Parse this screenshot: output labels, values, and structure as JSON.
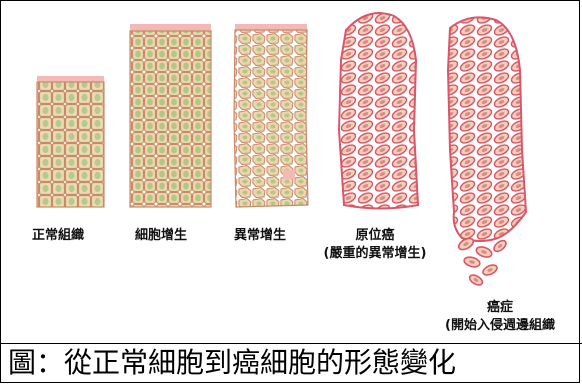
{
  "stages": [
    {
      "label": "正常組織"
    },
    {
      "label": "細胞增生"
    },
    {
      "label": "異常增生"
    },
    {
      "label": "原位癌",
      "sublabel": "(嚴重的異常增生)"
    },
    {
      "label": "癌症",
      "sublabel": "(開始入侵週邊組織"
    }
  ],
  "caption": "圖：從正常細胞到癌細胞的形態變化",
  "colors": {
    "normal_cell_fill": "#e9dcb2",
    "normal_cell_border": "#c98a6a",
    "normal_nucleus": "#b9c890",
    "top_layer": "#f4b9b6",
    "cancer_membrane": "#d8576a",
    "cancer_fill": "#f1cfb6",
    "cancer_nucleus": "#d88a86"
  }
}
